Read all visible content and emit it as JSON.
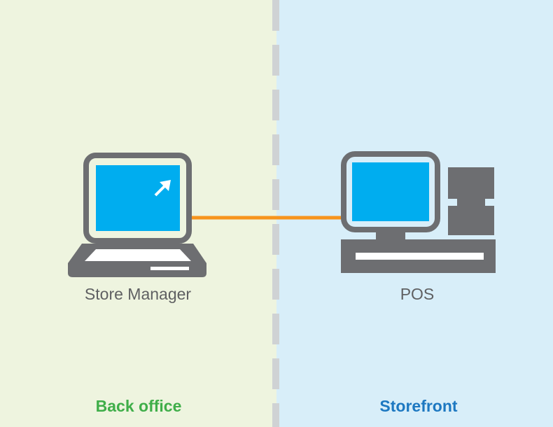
{
  "zones": {
    "left": {
      "label": "Back office",
      "color": "#3fae49",
      "background": "#eef4df"
    },
    "right": {
      "label": "Storefront",
      "color": "#1d78c1",
      "background": "#d8eef9"
    }
  },
  "devices": {
    "laptop": {
      "label": "Store Manager",
      "icon": "laptop-icon"
    },
    "pos": {
      "label": "POS",
      "icon": "pos-terminal-icon"
    }
  },
  "connection": {
    "color": "#f7941d",
    "from": "Store Manager",
    "to": "POS"
  },
  "colors": {
    "device": "#6d6e71",
    "screen": "#00adef",
    "divider": "#cfd2d4"
  }
}
